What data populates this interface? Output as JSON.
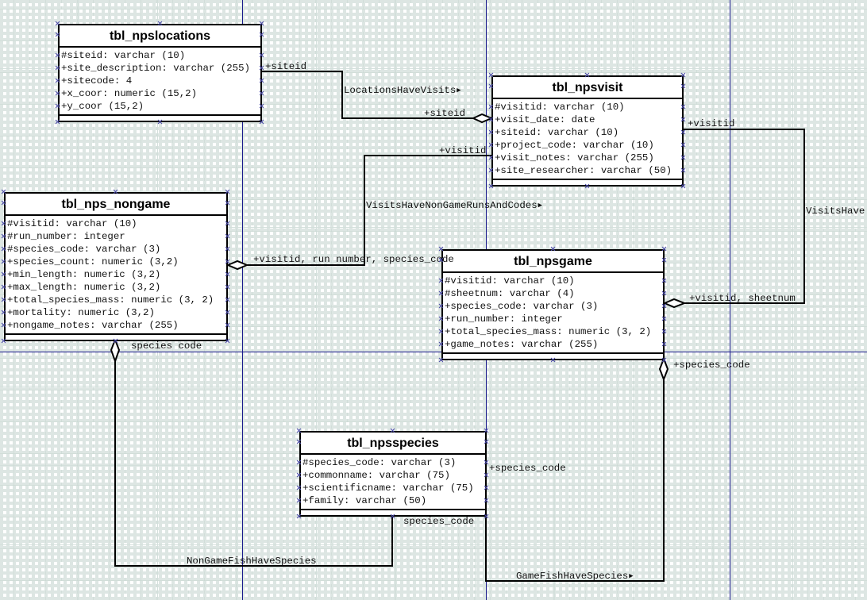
{
  "diagram": {
    "type": "er-diagram",
    "entities": [
      {
        "id": "tbl_npslocations",
        "name": "tbl_npslocations",
        "attributes": [
          "#siteid: varchar (10)",
          "+site_description: varchar (255)",
          "+sitecode: 4",
          "+x_coor: numeric (15,2)",
          "+y_coor (15,2)"
        ]
      },
      {
        "id": "tbl_npsvisit",
        "name": "tbl_npsvisit",
        "attributes": [
          "#visitid: varchar (10)",
          "+visit_date: date",
          "+siteid: varchar (10)",
          "+project_code: varchar (10)",
          "+visit_notes: varchar (255)",
          "+site_researcher: varchar (50)"
        ]
      },
      {
        "id": "tbl_nps_nongame",
        "name": "tbl_nps_nongame",
        "attributes": [
          "#visitid: varchar (10)",
          "#run_number: integer",
          "#species_code: varchar (3)",
          "+species_count: numeric (3,2)",
          "+min_length: numeric (3,2)",
          "+max_length: numeric (3,2)",
          "+total_species_mass: numeric (3, 2)",
          "+mortality: numeric (3,2)",
          "+nongame_notes: varchar (255)"
        ]
      },
      {
        "id": "tbl_npsgame",
        "name": "tbl_npsgame",
        "attributes": [
          "#visitid: varchar (10)",
          "#sheetnum: varchar (4)",
          "+species_code: varchar (3)",
          "+run_number: integer",
          "+total_species_mass: numeric (3, 2)",
          "+game_notes: varchar (255)"
        ]
      },
      {
        "id": "tbl_npsspecies",
        "name": "tbl_npsspecies",
        "attributes": [
          "#species_code: varchar (3)",
          "+commonname: varchar (75)",
          "+scientificname: varchar (75)",
          "+family: varchar (50)"
        ]
      }
    ],
    "relationships": [
      {
        "name": "LocationsHaveVisits",
        "from": "tbl_npslocations",
        "to": "tbl_npsvisit",
        "from_role": "+siteid",
        "to_role": "+siteid",
        "aggregation_end": "tbl_npsvisit",
        "direction_arrow": "▶"
      },
      {
        "name": "VisitsHaveNonGameRunsAndCodes",
        "from": "tbl_npsvisit",
        "to": "tbl_nps_nongame",
        "from_role": "+visitid",
        "to_role": "+visitid, run number, species_code",
        "aggregation_end": "tbl_nps_nongame",
        "direction_arrow": "▶"
      },
      {
        "name": "VisitsHave",
        "from": "tbl_npsvisit",
        "to": "tbl_npsgame",
        "from_role": "+visitid",
        "to_role": "+visitid, sheetnum",
        "aggregation_end": "tbl_npsgame",
        "direction_arrow": ""
      },
      {
        "name": "NonGameFishHaveSpecies",
        "from": "tbl_nps_nongame",
        "to": "tbl_npsspecies",
        "from_role": "species code",
        "to_role": "species_code",
        "aggregation_end": "tbl_nps_nongame",
        "direction_arrow": ""
      },
      {
        "name": "GameFishHaveSpecies",
        "from": "tbl_npsgame",
        "to": "tbl_npsspecies",
        "from_role": "+species_code",
        "to_role": "+species_code",
        "aggregation_end": "tbl_npsgame",
        "direction_arrow": "▶"
      }
    ]
  }
}
